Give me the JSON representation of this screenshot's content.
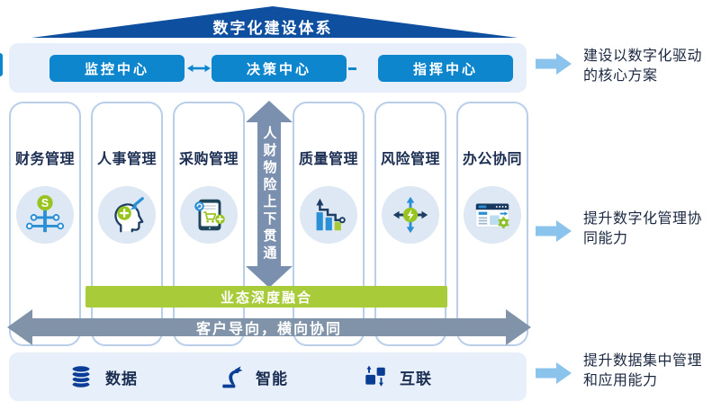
{
  "title": "数字化建设体系",
  "top_band": {
    "buttons": [
      {
        "label": "监控中心"
      },
      {
        "label": "决策中心"
      },
      {
        "label": "指挥中心"
      }
    ]
  },
  "columns": [
    {
      "label": "财务管理",
      "icon": "finance-icon"
    },
    {
      "label": "人事管理",
      "icon": "hr-icon"
    },
    {
      "label": "采购管理",
      "icon": "procurement-icon"
    },
    {
      "label": "质量管理",
      "icon": "quality-icon"
    },
    {
      "label": "风险管理",
      "icon": "risk-icon"
    },
    {
      "label": "办公协同",
      "icon": "office-icon"
    }
  ],
  "vertical_arrow_text": "人财物险上下贯通",
  "green_bar_text": "业态深度融合",
  "horizontal_arrow_text": "客户导向，横向协同",
  "bottom_band": {
    "items": [
      {
        "label": "数据",
        "icon": "database-icon"
      },
      {
        "label": "智能",
        "icon": "robot-arm-icon"
      },
      {
        "label": "互联",
        "icon": "interconnect-icon"
      }
    ]
  },
  "annotations": [
    {
      "text": "建设以数字化驱动\n的核心方案"
    },
    {
      "text": "提升数字化管理协\n同能力"
    },
    {
      "text": "提升数据集中管理\n和应用能力"
    }
  ],
  "icon_glyphs": {
    "finance_badge": "S"
  },
  "colors": {
    "roof_blue": "#0f4fa0",
    "band_bg": "#e7effa",
    "button_blue": "#0d86cd",
    "column_border": "#b9cfe9",
    "icon_circle_bg": "#dde8f4",
    "green_bar": "#a8cb39",
    "icon_green": "#97c41e",
    "icon_blue": "#2a8fd4",
    "icon_dark_navy": "#1d3d63",
    "slate_arrow": "#7b90ae",
    "annotation_arrow": "#8ac4ec",
    "bottom_icon_navy": "#0a3d96",
    "text_dark": "#1b2e52"
  }
}
